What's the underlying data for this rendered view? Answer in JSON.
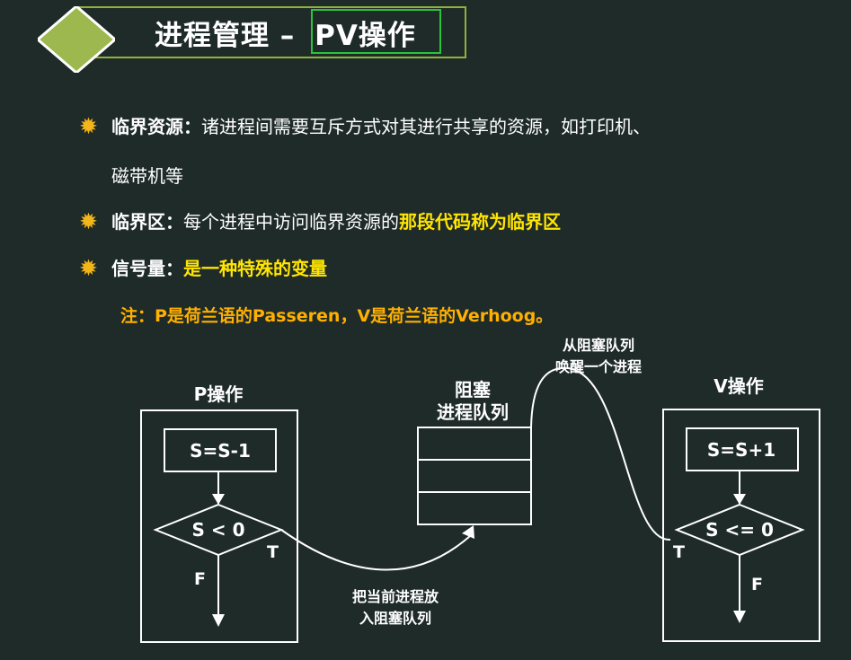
{
  "header": {
    "title_prefix": "进程管理 –",
    "title_emphasis": "PV操作"
  },
  "bullets": [
    {
      "label": "临界资源：",
      "text": "诸进程间需要互斥方式对其进行共享的资源，如打印机、",
      "continuation": "磁带机等",
      "highlight": ""
    },
    {
      "label": "临界区：",
      "text": "每个进程中访问临界资源的",
      "highlight": "那段代码称为临界区"
    },
    {
      "label": "信号量：",
      "text": "",
      "highlight": "是一种特殊的变量"
    }
  ],
  "note": "注：P是荷兰语的Passeren，V是荷兰语的Verhoog。",
  "diagram": {
    "p_title": "P操作",
    "p_process": "S=S-1",
    "p_decision": "S < 0",
    "p_true": "T",
    "p_false": "F",
    "queue_title_1": "阻塞",
    "queue_title_2": "进程队列",
    "wake_label_1": "从阻塞队列",
    "wake_label_2": "唤醒一个进程",
    "block_label_1": "把当前进程放",
    "block_label_2": "入阻塞队列",
    "v_title": "V操作",
    "v_process": "S=S+1",
    "v_decision": "S <= 0",
    "v_true": "T",
    "v_false": "F"
  },
  "colors": {
    "background": "#1f2b29",
    "accent_green": "#8fb33a",
    "highlight_yellow": "#ffe500",
    "note_orange": "#ffb000"
  }
}
